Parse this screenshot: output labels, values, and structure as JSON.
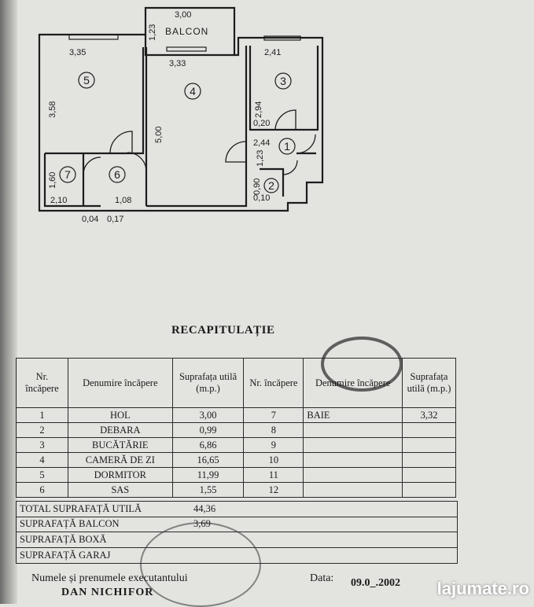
{
  "plan": {
    "balcony_label": "BALCON",
    "dims": {
      "balcony_width": "3,00",
      "balcony_depth": "1,23",
      "room5_width": "3,35",
      "room4_width": "3,33",
      "room3_width": "2,41",
      "room5_height": "3,58",
      "room4_height": "5,00",
      "room3_height": "2,94",
      "wall_020": "0,20",
      "hall_width": "2,44",
      "hall_height": "1,23",
      "debara_w": "0,90",
      "debara_h": "0,10",
      "bath_h": "1,60",
      "bath_w": "2,10",
      "sas_w": "1,08",
      "gap_004": "0,04",
      "gap_017": "0,17"
    },
    "room_numbers": [
      "1",
      "2",
      "3",
      "4",
      "5",
      "6",
      "7"
    ]
  },
  "recap": {
    "title": "RECAPITULAȚIE",
    "headers": {
      "nr": "Nr. încăpere",
      "denumire": "Denumire încăpere",
      "suprafata": "Suprafața utilă (m.p.)"
    },
    "rows": [
      {
        "nr": "1",
        "name": "HOL",
        "area": "3,00",
        "nr2": "7",
        "name2": "BAIE",
        "area2": "3,32"
      },
      {
        "nr": "2",
        "name": "DEBARA",
        "area": "0,99",
        "nr2": "8",
        "name2": "",
        "area2": ""
      },
      {
        "nr": "3",
        "name": "BUCĂTĂRIE",
        "area": "6,86",
        "nr2": "9",
        "name2": "",
        "area2": ""
      },
      {
        "nr": "4",
        "name": "CAMERĂ DE ZI",
        "area": "16,65",
        "nr2": "10",
        "name2": "",
        "area2": ""
      },
      {
        "nr": "5",
        "name": "DORMITOR",
        "area": "11,99",
        "nr2": "11",
        "name2": "",
        "area2": ""
      },
      {
        "nr": "6",
        "name": "SAS",
        "area": "1,55",
        "nr2": "12",
        "name2": "",
        "area2": ""
      }
    ],
    "totals": [
      {
        "label": "TOTAL SUPRAFAȚĂ UTILĂ",
        "value": "44,36"
      },
      {
        "label": "SUPRAFAȚĂ BALCON",
        "value": "3,69"
      },
      {
        "label": "SUPRAFAȚĂ BOXĂ",
        "value": ""
      },
      {
        "label": "SUPRAFAȚĂ GARAJ",
        "value": ""
      }
    ]
  },
  "footer": {
    "name_label": "Numele și prenumele executantului",
    "name": "DAN NICHIFOR",
    "date_label": "Data:",
    "date": "09.0_.2002"
  },
  "watermark": "lajumate.ro"
}
